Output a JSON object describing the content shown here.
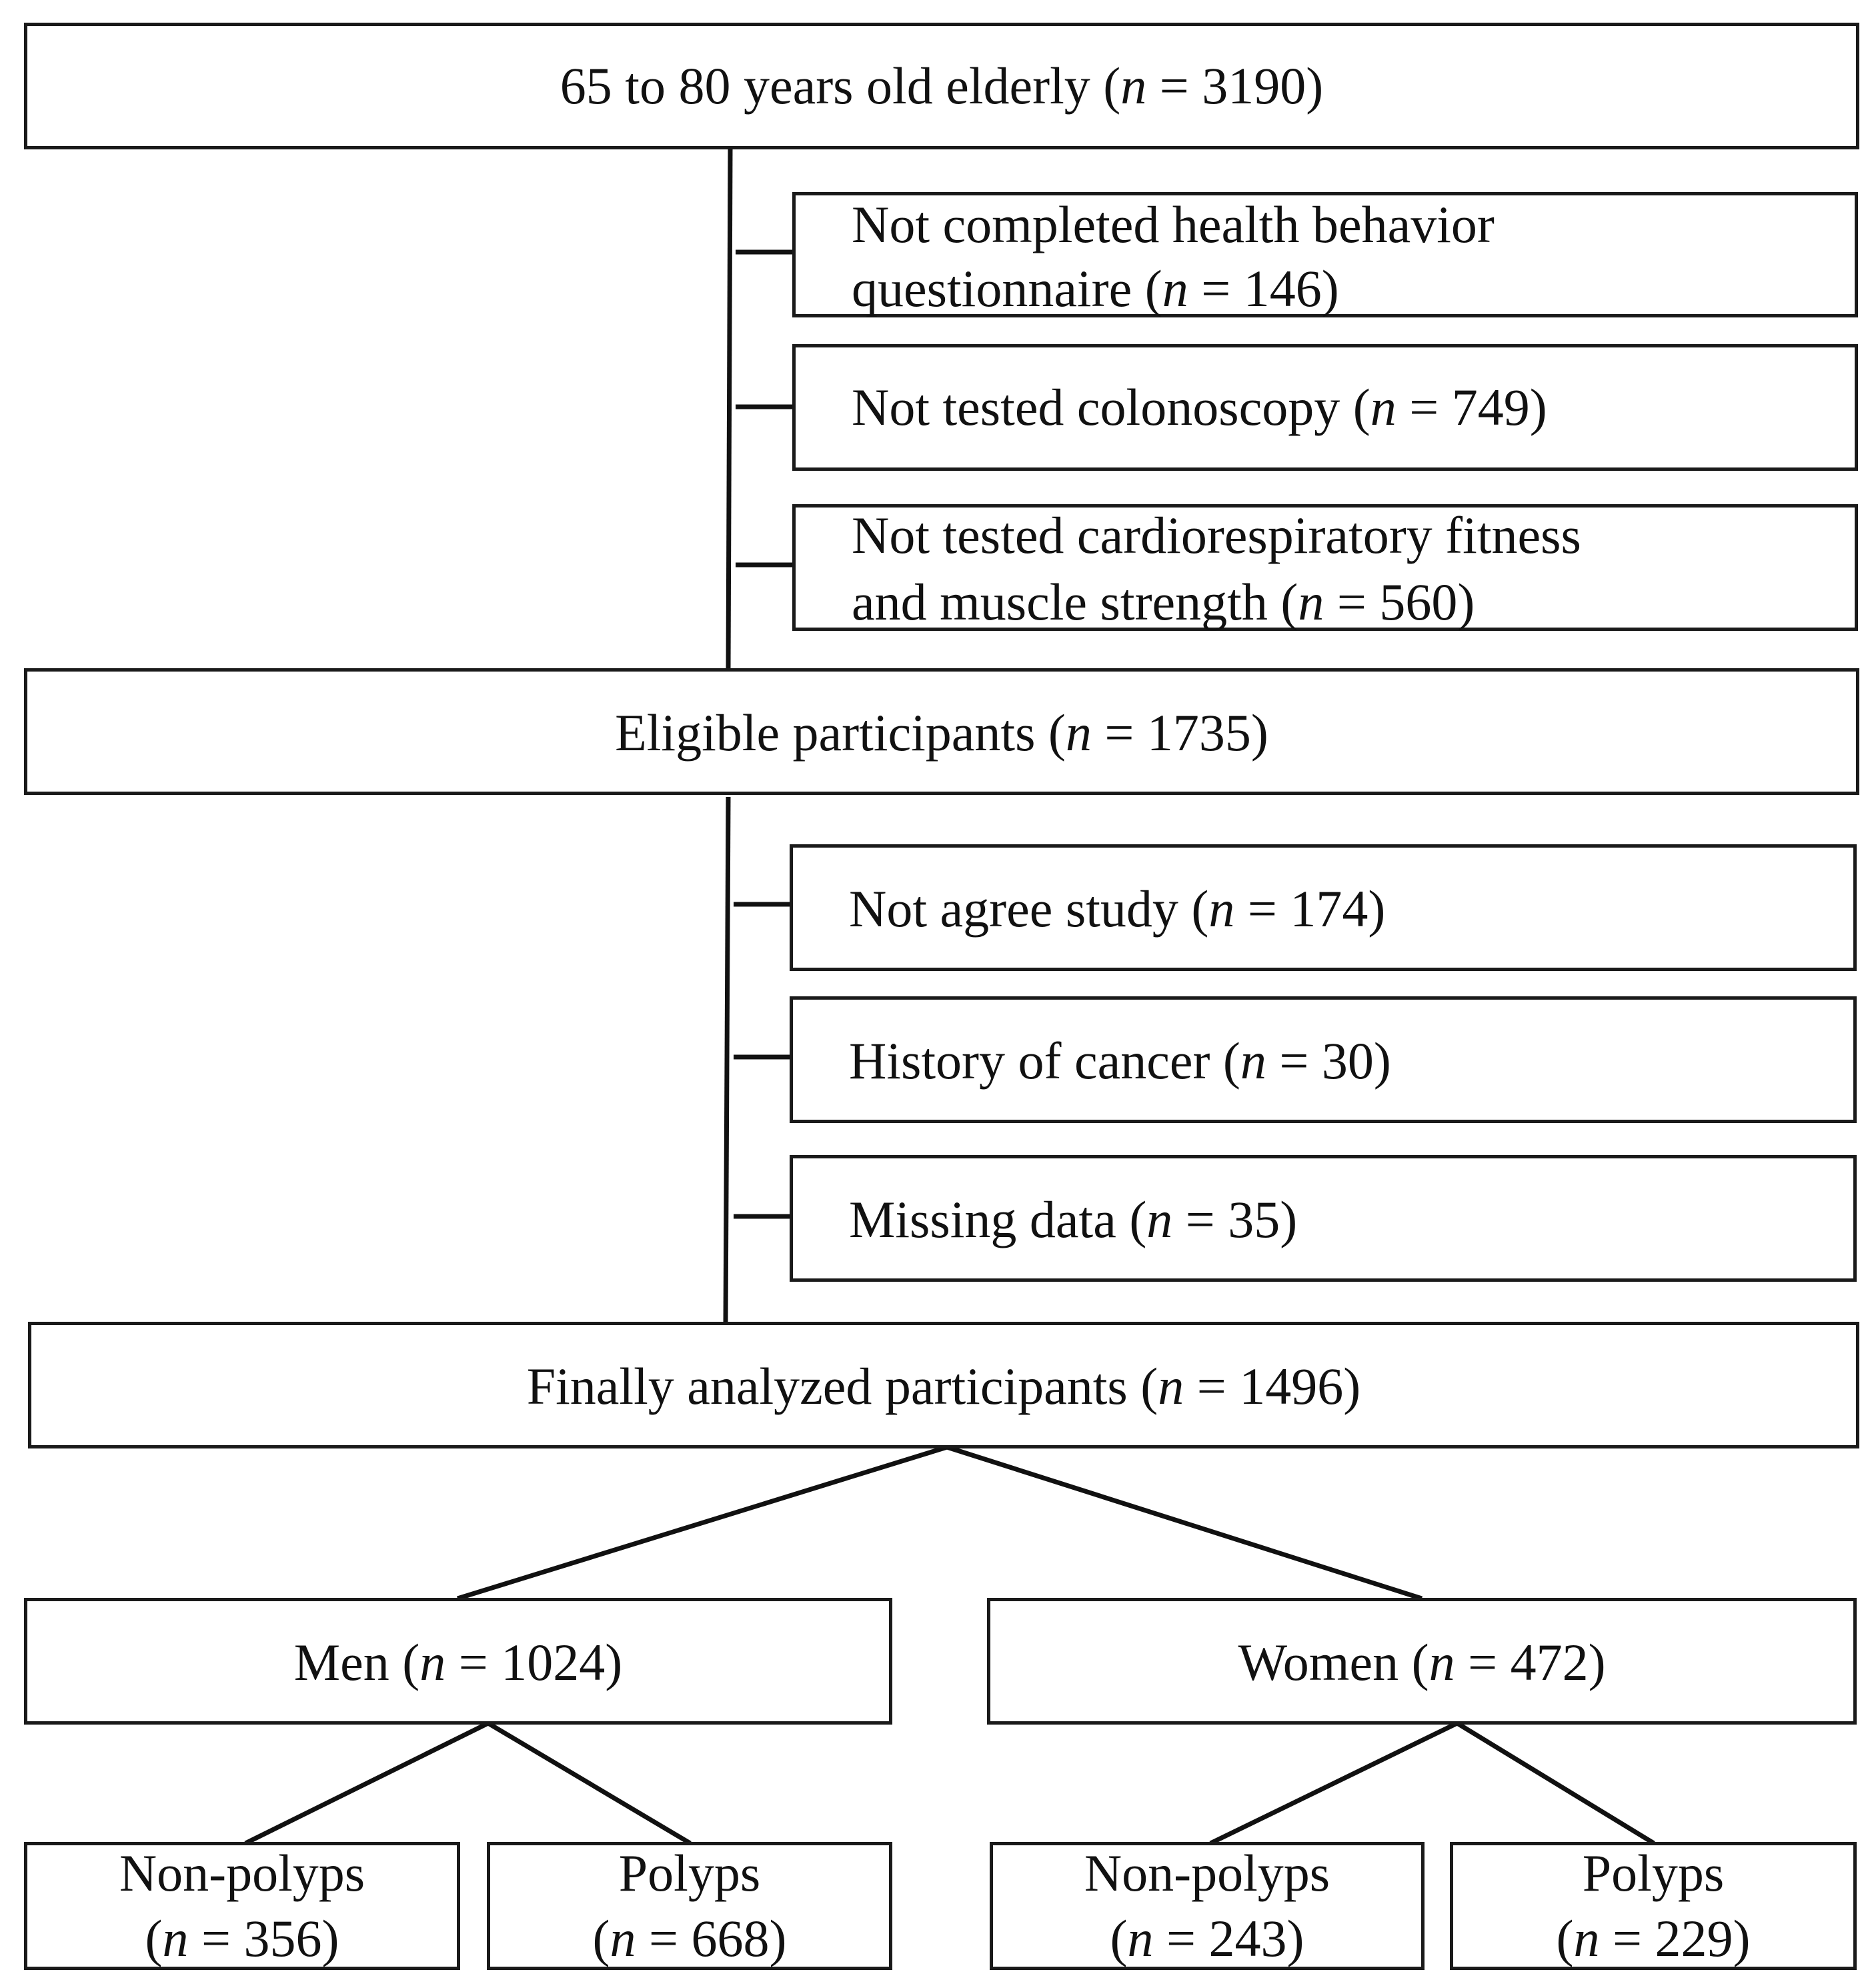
{
  "flowchart": {
    "n_symbol": "n",
    "eq": " = ",
    "close": ")",
    "initial": {
      "label": "65 to 80 years old elderly (",
      "n": "3190"
    },
    "exclusions_1": [
      {
        "line1": "Not completed health behavior",
        "line2": "questionnaire (",
        "n": "146"
      },
      {
        "line1": "Not tested colonoscopy (",
        "n": "749"
      },
      {
        "line1": "Not tested cardiorespiratory fitness",
        "line2": "and muscle strength (",
        "n": "560"
      }
    ],
    "eligible": {
      "label": "Eligible participants  (",
      "n": "1735"
    },
    "exclusions_2": [
      {
        "line1": "Not agree study (",
        "n": "174"
      },
      {
        "line1": "History of cancer (",
        "n": "30"
      },
      {
        "line1": "Missing data (",
        "n": "35"
      }
    ],
    "final": {
      "label": "Finally analyzed participants  (",
      "n": "1496"
    },
    "men": {
      "label": "Men (",
      "n": "1024"
    },
    "women": {
      "label": "Women (",
      "n": "472"
    },
    "men_groups": [
      {
        "label": "Non-polyps",
        "open": "(",
        "n": "356"
      },
      {
        "label": "Polyps",
        "open": "(",
        "n": "668"
      }
    ],
    "women_groups": [
      {
        "label": "Non-polyps",
        "open": "(",
        "n": "243"
      },
      {
        "label": "Polyps",
        "open": "(",
        "n": "229"
      }
    ]
  }
}
